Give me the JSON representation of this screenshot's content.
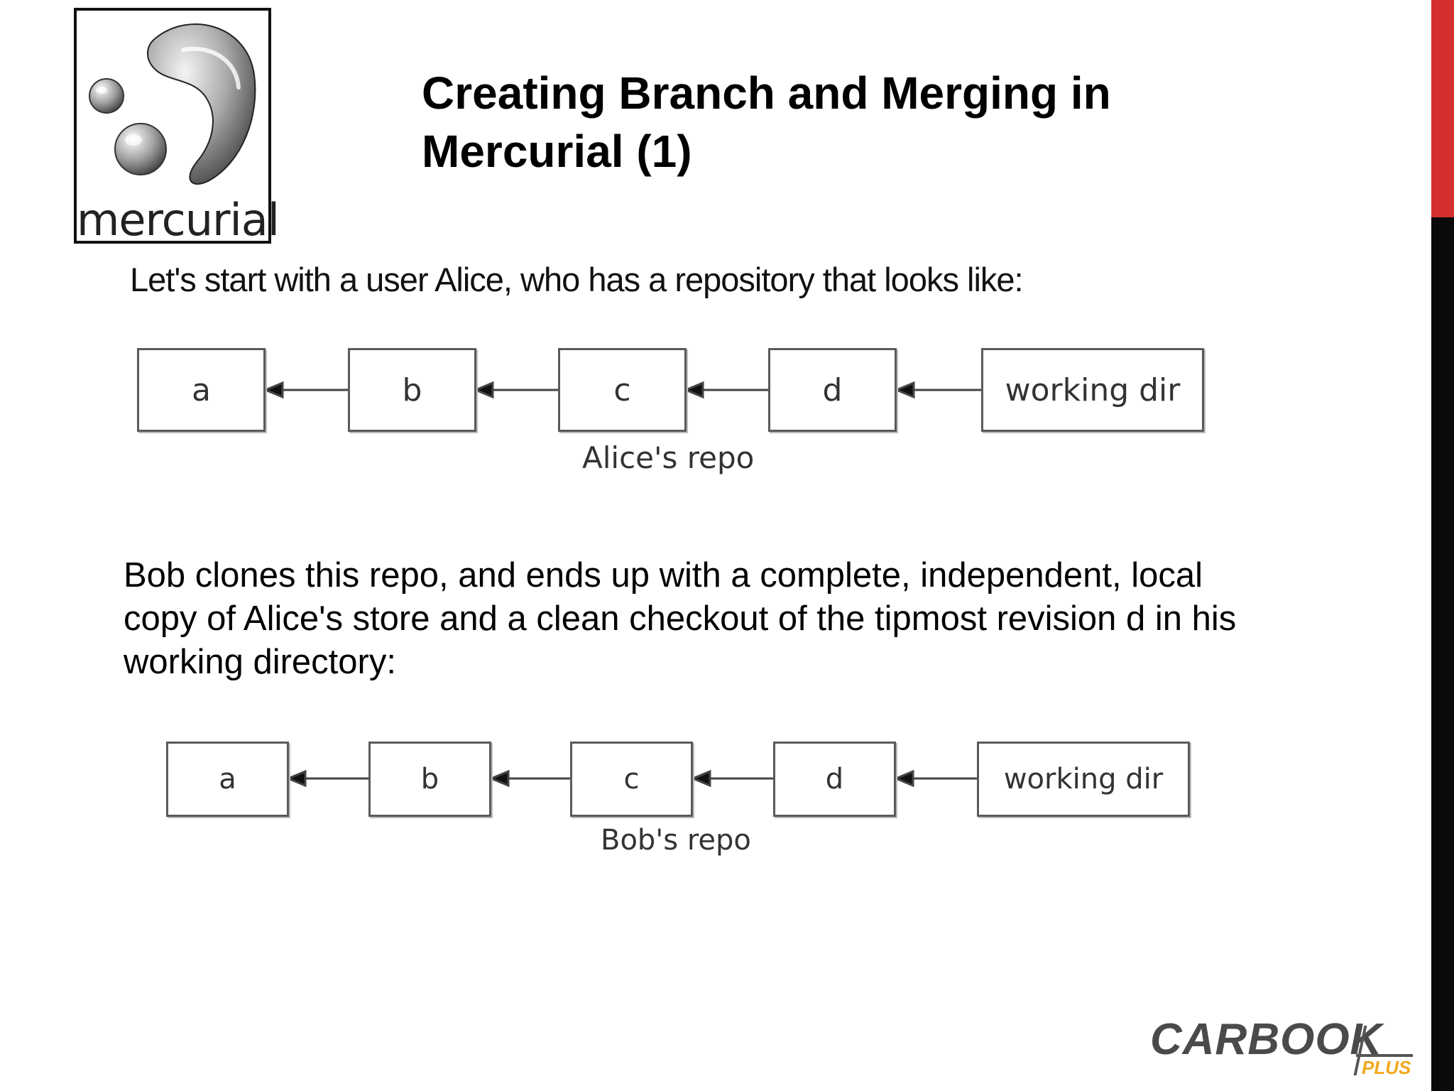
{
  "slide": {
    "title_line1": "Creating Branch and Merging in",
    "title_line2": "Mercurial (1)",
    "intro": "Let's start with a user Alice, who has a repository that looks like:",
    "paragraph_line1": "Bob clones this repo, and ends up with a complete, independent, local",
    "paragraph_line2": "copy of Alice's store and a clean checkout of the tipmost revision d in his",
    "paragraph_line3": "working directory:"
  },
  "logo": {
    "text": "mercurial",
    "icon": "mercurial-droplet-icon"
  },
  "diagram_alice": {
    "nodes": [
      "a",
      "b",
      "c",
      "d",
      "working dir"
    ],
    "label": "Alice's repo"
  },
  "diagram_bob": {
    "nodes": [
      "a",
      "b",
      "c",
      "d",
      "working dir"
    ],
    "label": "Bob's repo"
  },
  "brand": {
    "name": "CARBOOK",
    "suffix": "PLUS",
    "accent": "#f2a81d"
  },
  "colors": {
    "sidebar_top": "#d32f30",
    "sidebar_bottom": "#0a0a0a"
  }
}
